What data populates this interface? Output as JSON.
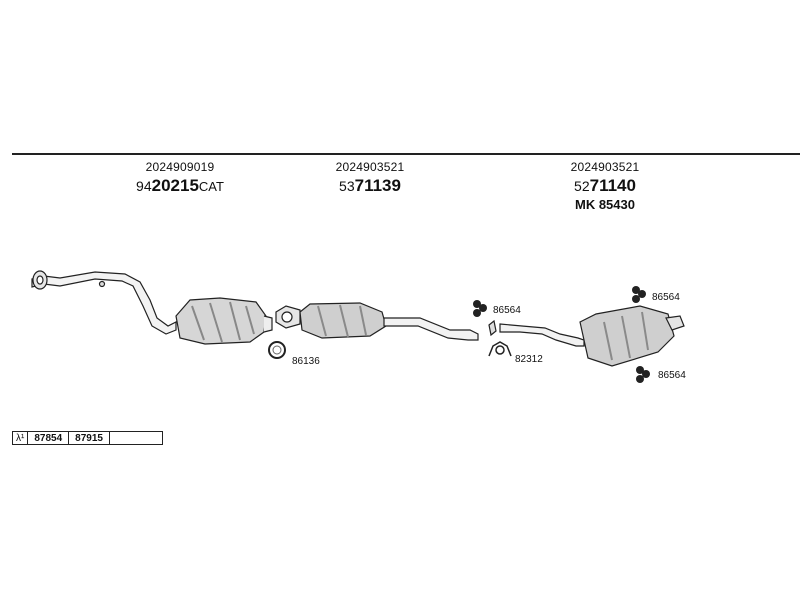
{
  "sections": [
    {
      "oem": "2024909019",
      "prefix": "94",
      "num": "20215",
      "suffix": "CAT",
      "mk": ""
    },
    {
      "oem": "2024903521",
      "prefix": "53",
      "num": "71139",
      "suffix": "",
      "mk": ""
    },
    {
      "oem": "2024903521",
      "prefix": "52",
      "num": "71140",
      "suffix": "",
      "mk": "MK 85430"
    }
  ],
  "fittings": {
    "gasket_front": "86136",
    "clamp_mid": "86564",
    "bracket_mid": "82312",
    "clamp_rear_top": "86564",
    "clamp_rear_bottom": "86564"
  },
  "sensor_table": {
    "symbol": "λ¹",
    "parts": [
      "87854",
      "87915",
      ""
    ]
  }
}
